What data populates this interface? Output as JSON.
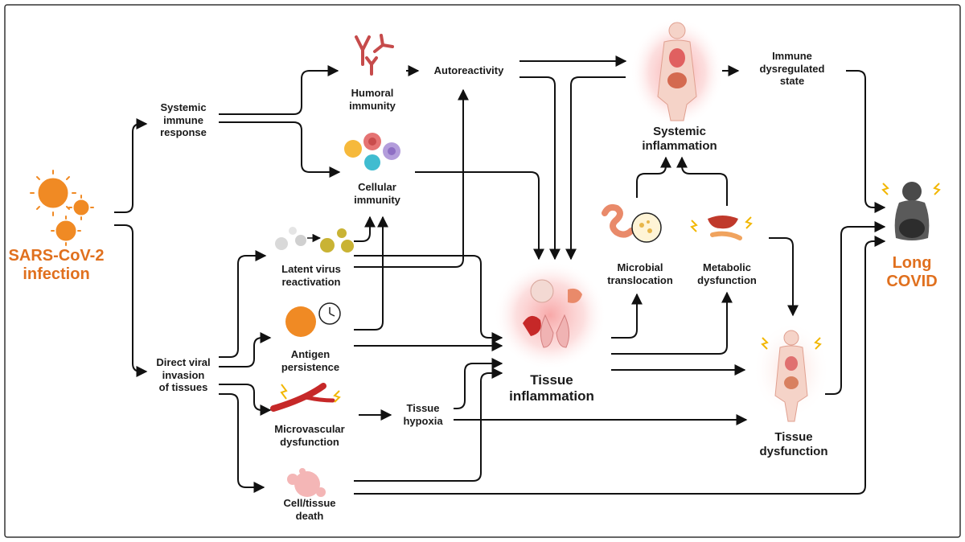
{
  "labels": {
    "sars": "SARS-CoV-2\ninfection",
    "systemic_immune": "Systemic\nimmune\nresponse",
    "humoral": "Humoral\nimmunity",
    "cellular": "Cellular\nimmunity",
    "autoreactivity": "Autoreactivity",
    "systemic_inflammation": "Systemic\ninflammation",
    "immune_dysregulated": "Immune\ndysregulated\nstate",
    "latent_virus": "Latent virus\nreactivation",
    "antigen": "Antigen\npersistence",
    "direct_invasion": "Direct viral\ninvasion\nof tissues",
    "microvascular": "Microvascular\ndysfunction",
    "cell_death": "Cell/tissue\ndeath",
    "tissue_hypoxia": "Tissue\nhypoxia",
    "tissue_inflammation": "Tissue\ninflammation",
    "microbial": "Microbial\ntranslocation",
    "metabolic": "Metabolic\ndysfunction",
    "tissue_dysfunction": "Tissue\ndysfunction",
    "long_covid": "Long\nCOVID"
  },
  "colors": {
    "accent": "#e0701e",
    "arrow": "#111111",
    "virus": "#f08a24",
    "glow": "#f6a0a0",
    "border": "#333333"
  }
}
